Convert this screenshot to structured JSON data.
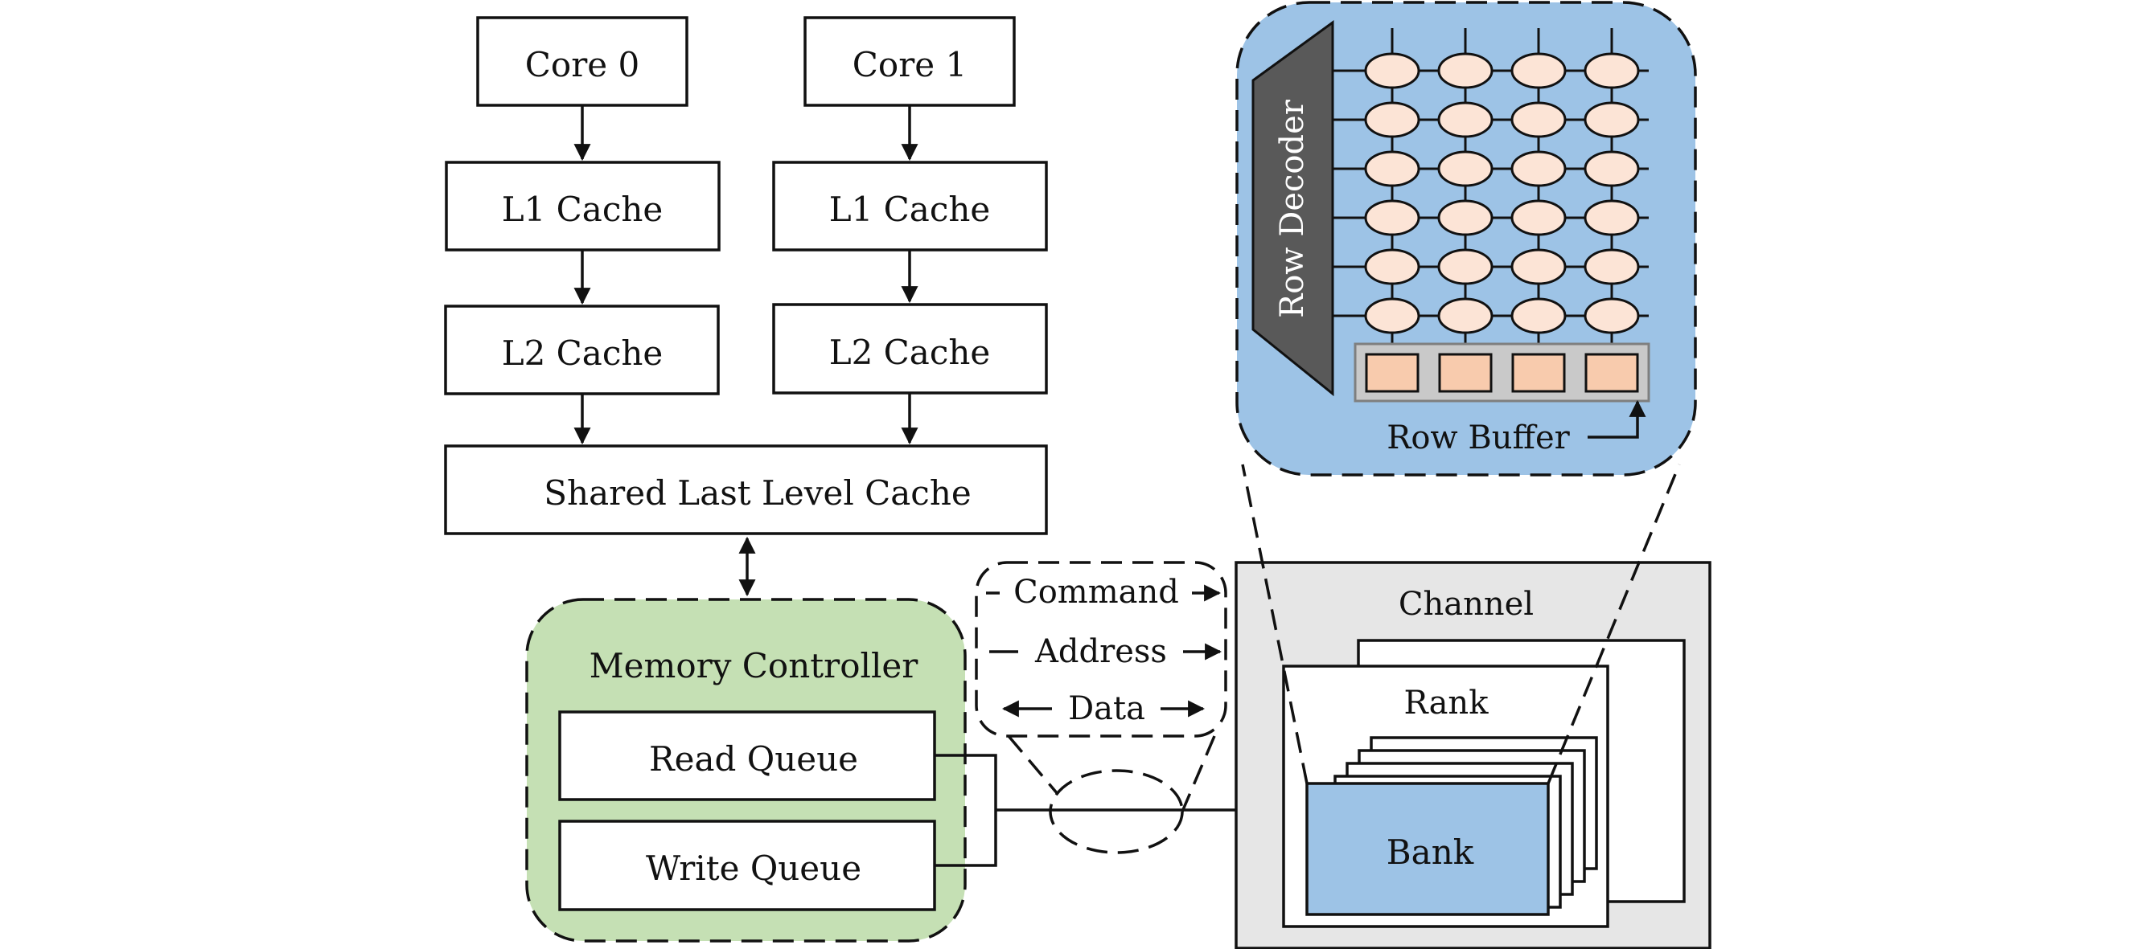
{
  "cores": [
    {
      "name": "Core 0",
      "l1": "L1 Cache",
      "l2": "L2 Cache"
    },
    {
      "name": "Core 1",
      "l1": "L1 Cache",
      "l2": "L2 Cache"
    }
  ],
  "llc": "Shared Last Level Cache",
  "memory_controller": {
    "title": "Memory Controller",
    "read_queue": "Read Queue",
    "write_queue": "Write Queue"
  },
  "bus": {
    "command": "Command",
    "address": "Address",
    "data": "Data"
  },
  "dram": {
    "channel": "Channel",
    "rank": "Rank",
    "bank": "Bank"
  },
  "bank_detail": {
    "row_decoder": "Row Decoder",
    "row_buffer": "Row Buffer",
    "cell_rows": 6,
    "cell_cols": 4
  },
  "colors": {
    "memory_controller_fill": "#c5e0b4",
    "bank_fill": "#9dc3e6",
    "channel_fill": "#e6e6e6",
    "cell_fill": "#fce4d6",
    "row_buffer_cell_fill": "#f8cbad",
    "row_buffer_fill": "#c9c9c9",
    "row_decoder_fill": "#595959"
  }
}
